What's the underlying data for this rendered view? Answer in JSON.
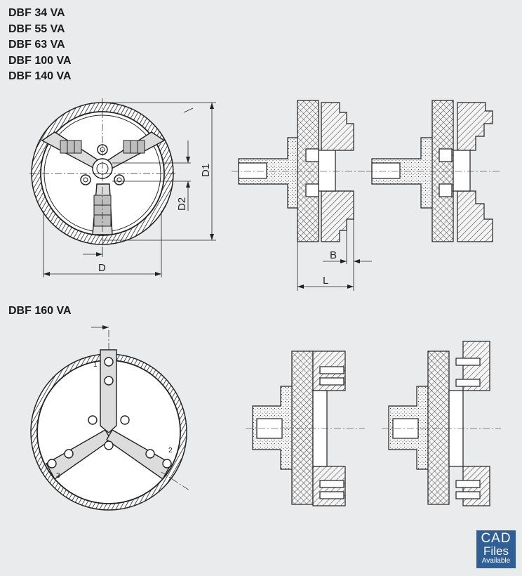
{
  "models_top": [
    "DBF 34 VA",
    "DBF 55 VA",
    "DBF 63 VA",
    "DBF 100 VA",
    "DBF 140 VA"
  ],
  "model_bottom": "DBF 160 VA",
  "dimensions": {
    "d1": "D1",
    "d2": "D2",
    "d": "D",
    "b": "B",
    "l": "L"
  },
  "jaw_numbers": [
    "1",
    "2",
    "3"
  ],
  "badge": {
    "line1": "CAD",
    "line2": "Files",
    "line3": "Available"
  },
  "colors": {
    "background": "#eaebec",
    "badge": "#2f5f95",
    "line": "#1a1a1a"
  }
}
